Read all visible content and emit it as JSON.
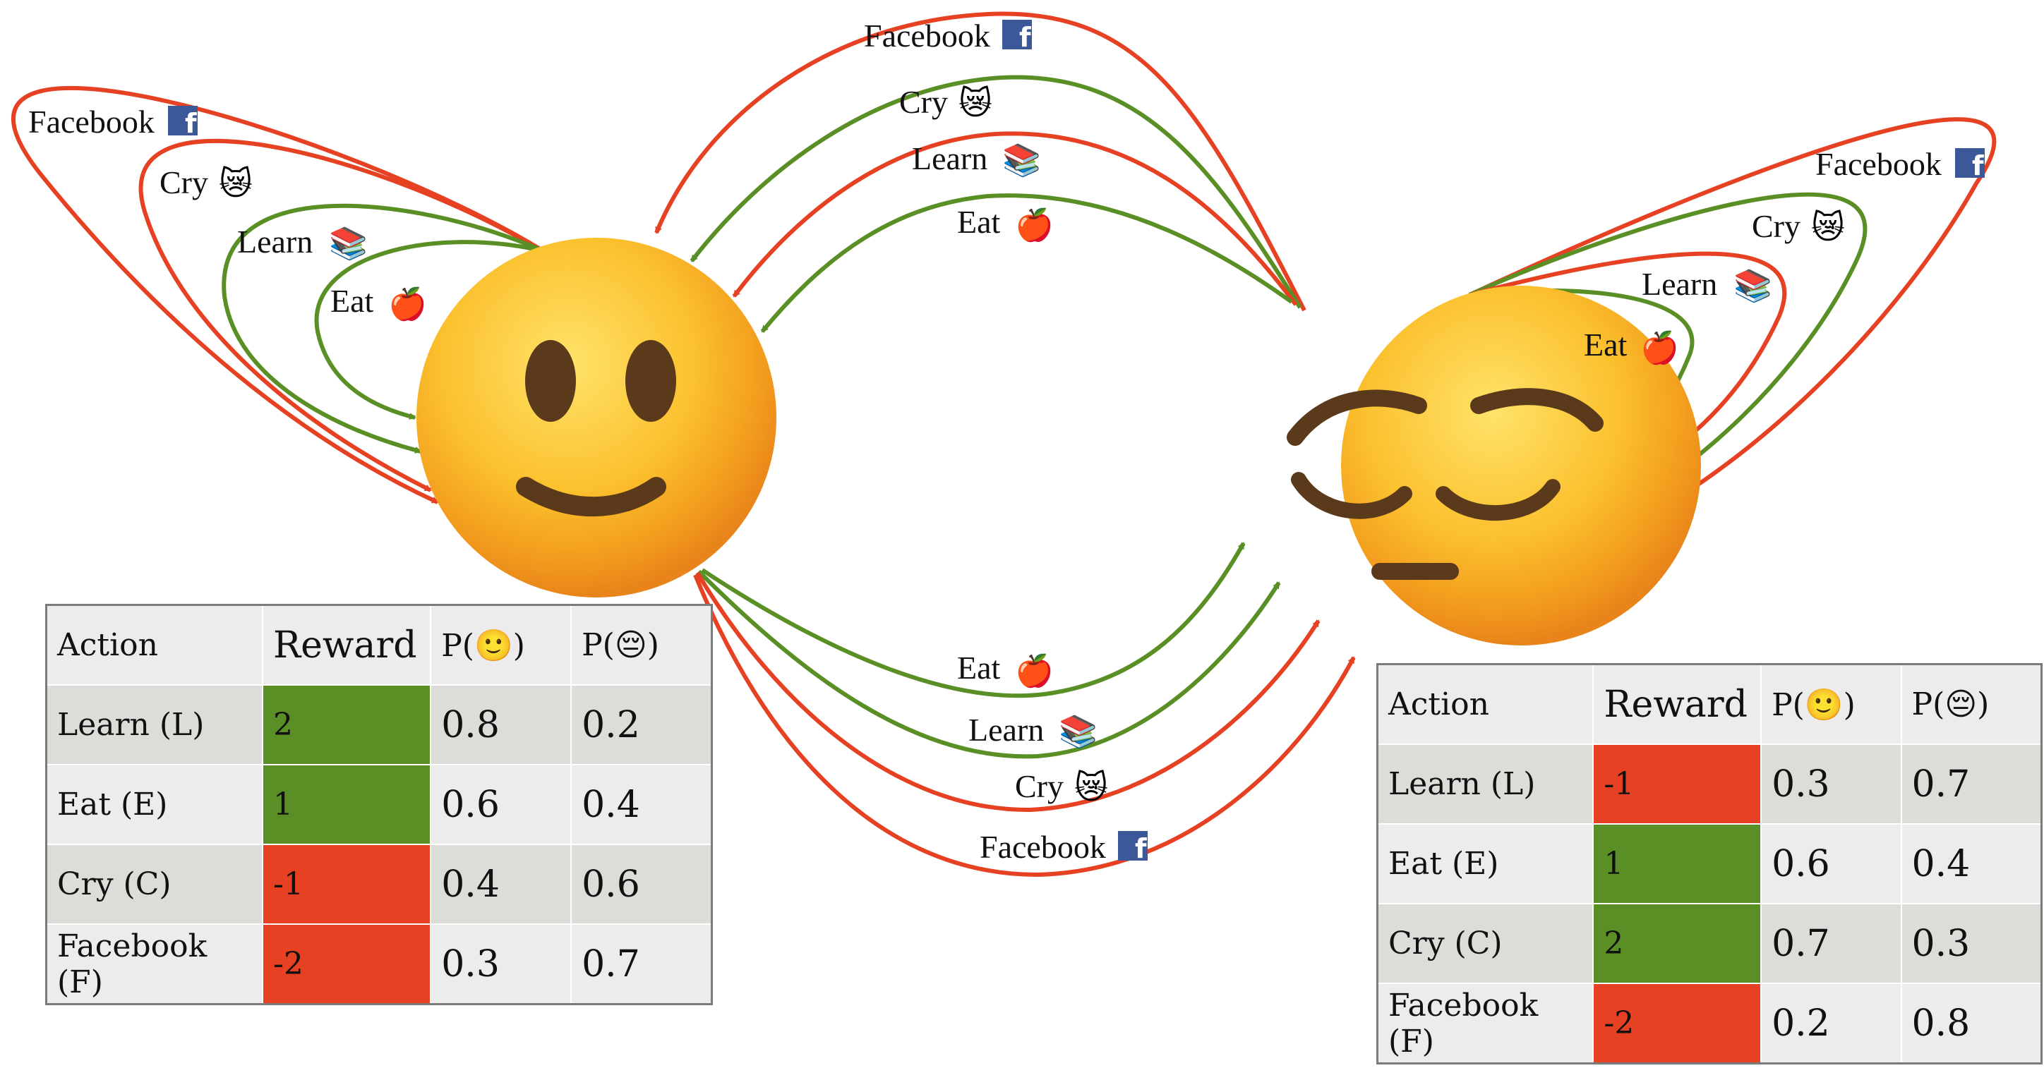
{
  "states": {
    "happy": {
      "face": "🙂",
      "name": "happy-state"
    },
    "sad": {
      "face": "😔",
      "name": "sad-state"
    }
  },
  "actions": {
    "eat": {
      "label": "Eat",
      "icon": "🍎",
      "icon_name": "apple-icon"
    },
    "learn": {
      "label": "Learn",
      "icon": "📚",
      "icon_name": "books-icon"
    },
    "cry": {
      "label": "Cry",
      "icon": "😿",
      "icon_name": "crying-cat-icon"
    },
    "facebook": {
      "label": "Facebook",
      "icon": "f",
      "icon_name": "facebook-icon"
    }
  },
  "colors": {
    "positive": "#5a8f25",
    "negative": "#e64122",
    "facebook_blue": "#3b5998"
  },
  "tables": {
    "happy": {
      "headers": {
        "action": "Action",
        "reward": "Reward",
        "p_open": "P(",
        "p_close": ")"
      },
      "rows": [
        {
          "action": "Learn (L)",
          "reward": "2",
          "p_happy": "0.8",
          "p_sad": "0.2",
          "sign": "pos"
        },
        {
          "action": "Eat (E)",
          "reward": "1",
          "p_happy": "0.6",
          "p_sad": "0.4",
          "sign": "pos"
        },
        {
          "action": "Cry (C)",
          "reward": "-1",
          "p_happy": "0.4",
          "p_sad": "0.6",
          "sign": "neg"
        },
        {
          "action": "Facebook (F)",
          "reward": "-2",
          "p_happy": "0.3",
          "p_sad": "0.7",
          "sign": "neg"
        }
      ]
    },
    "sad": {
      "headers": {
        "action": "Action",
        "reward": "Reward",
        "p_open": "P(",
        "p_close": ")"
      },
      "rows": [
        {
          "action": "Learn (L)",
          "reward": "-1",
          "p_happy": "0.3",
          "p_sad": "0.7",
          "sign": "neg"
        },
        {
          "action": "Eat (E)",
          "reward": "1",
          "p_happy": "0.6",
          "p_sad": "0.4",
          "sign": "pos"
        },
        {
          "action": "Cry (C)",
          "reward": "2",
          "p_happy": "0.7",
          "p_sad": "0.3",
          "sign": "pos"
        },
        {
          "action": "Facebook (F)",
          "reward": "-2",
          "p_happy": "0.2",
          "p_sad": "0.8",
          "sign": "neg"
        }
      ]
    }
  }
}
